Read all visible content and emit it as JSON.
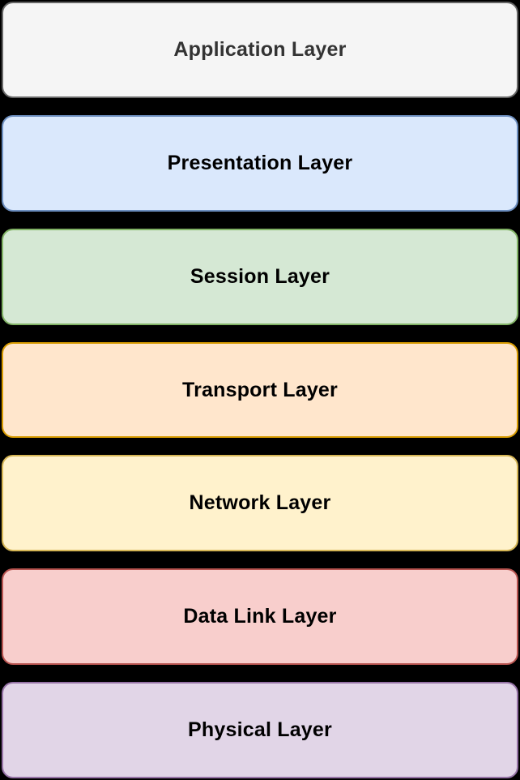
{
  "background_color": "#000000",
  "diagram": {
    "type": "stacked-layer-diagram",
    "layers": [
      {
        "label": "Application Layer",
        "fill": "#F5F5F5",
        "stroke": "#666666",
        "text_color": "#333333"
      },
      {
        "label": "Presentation Layer",
        "fill": "#DAE8FC",
        "stroke": "#6C8EBF",
        "text_color": "#000000"
      },
      {
        "label": "Session Layer",
        "fill": "#D5E8D4",
        "stroke": "#82B366",
        "text_color": "#000000"
      },
      {
        "label": "Transport Layer",
        "fill": "#FFE6CC",
        "stroke": "#D79B00",
        "text_color": "#000000"
      },
      {
        "label": "Network Layer",
        "fill": "#FFF2CC",
        "stroke": "#D6B656",
        "text_color": "#000000"
      },
      {
        "label": "Data Link Layer",
        "fill": "#F8CECC",
        "stroke": "#B85450",
        "text_color": "#000000"
      },
      {
        "label": "Physical Layer",
        "fill": "#E1D5E7",
        "stroke": "#9673A6",
        "text_color": "#000000"
      }
    ]
  }
}
